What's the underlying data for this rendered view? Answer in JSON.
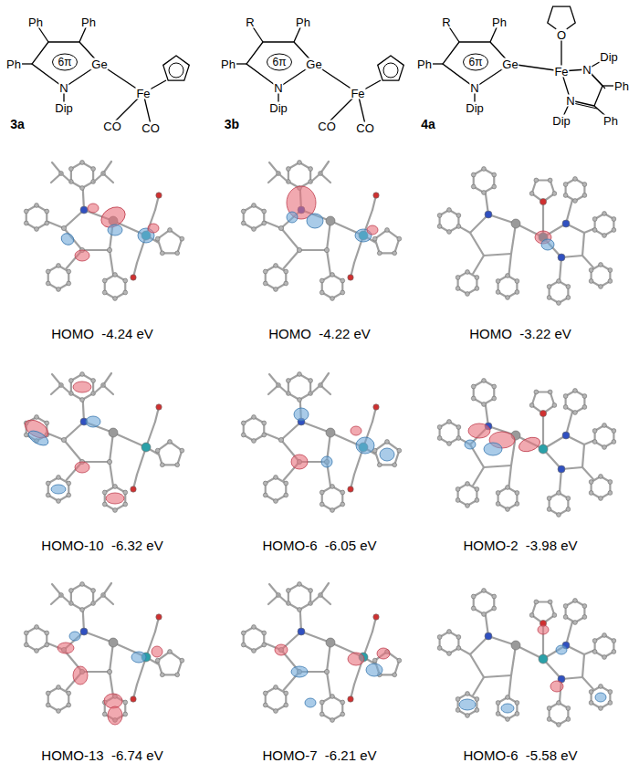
{
  "diagram": {
    "nodes": [
      {
        "text": [
          "6π"
        ]
      },
      {
        "text": [
          "6π"
        ]
      },
      {
        "text": [
          "6π"
        ]
      }
    ],
    "labels": [
      "Ph",
      "Ph",
      "Ph",
      "Ge",
      "N",
      "Dip",
      "Fe",
      "CO",
      "CO",
      "3a",
      "R",
      "Ph",
      "Ph",
      "Ge",
      "N",
      "Dip",
      "Fe",
      "CO",
      "CO",
      "3b",
      "R",
      "Ph",
      "Ph",
      "Ge",
      "N",
      "Dip",
      "O",
      "Fe",
      "N",
      "Dip",
      "Ph",
      "Ph",
      "N",
      "Dip",
      "4a",
      "HOMO  -4.24 eV",
      "HOMO  -4.22 eV",
      "HOMO  -3.22 eV",
      "HOMO-10  -6.32 eV",
      "HOMO-6  -6.05 eV",
      "HOMO-2  -3.98 eV",
      "HOMO-13  -6.74 eV",
      "HOMO-7  -6.21 eV",
      "HOMO-6  -5.58 eV"
    ]
  }
}
